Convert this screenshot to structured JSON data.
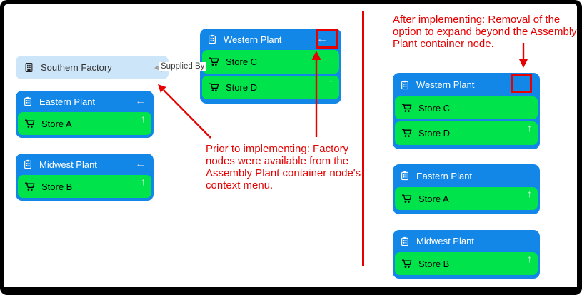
{
  "colors": {
    "container_blue": "#1287e8",
    "store_green": "#00e34a",
    "factory_light_blue": "#cde5f8",
    "annotation_red": "#e60000"
  },
  "icons": {
    "collapse_glyph": "←",
    "expand_glyph": "↑"
  },
  "edge": {
    "label": "Supplied By"
  },
  "annotations": {
    "before_note": "Prior to implementing: Factory nodes were available from the Assembly Plant container node's context menu.",
    "after_note": "After implementing: Removal of the option to expand beyond the Assembly Plant container node."
  },
  "before": {
    "factory": {
      "label": "Southern Factory"
    },
    "western": {
      "label": "Western Plant",
      "stores": [
        {
          "label": "Store C"
        },
        {
          "label": "Store D"
        }
      ]
    },
    "eastern": {
      "label": "Eastern Plant",
      "stores": [
        {
          "label": "Store A"
        }
      ]
    },
    "midwest": {
      "label": "Midwest Plant",
      "stores": [
        {
          "label": "Store B"
        }
      ]
    }
  },
  "after": {
    "western": {
      "label": "Western Plant",
      "stores": [
        {
          "label": "Store C"
        },
        {
          "label": "Store D"
        }
      ]
    },
    "eastern": {
      "label": "Eastern Plant",
      "stores": [
        {
          "label": "Store A"
        }
      ]
    },
    "midwest": {
      "label": "Midwest Plant",
      "stores": [
        {
          "label": "Store B"
        }
      ]
    }
  }
}
